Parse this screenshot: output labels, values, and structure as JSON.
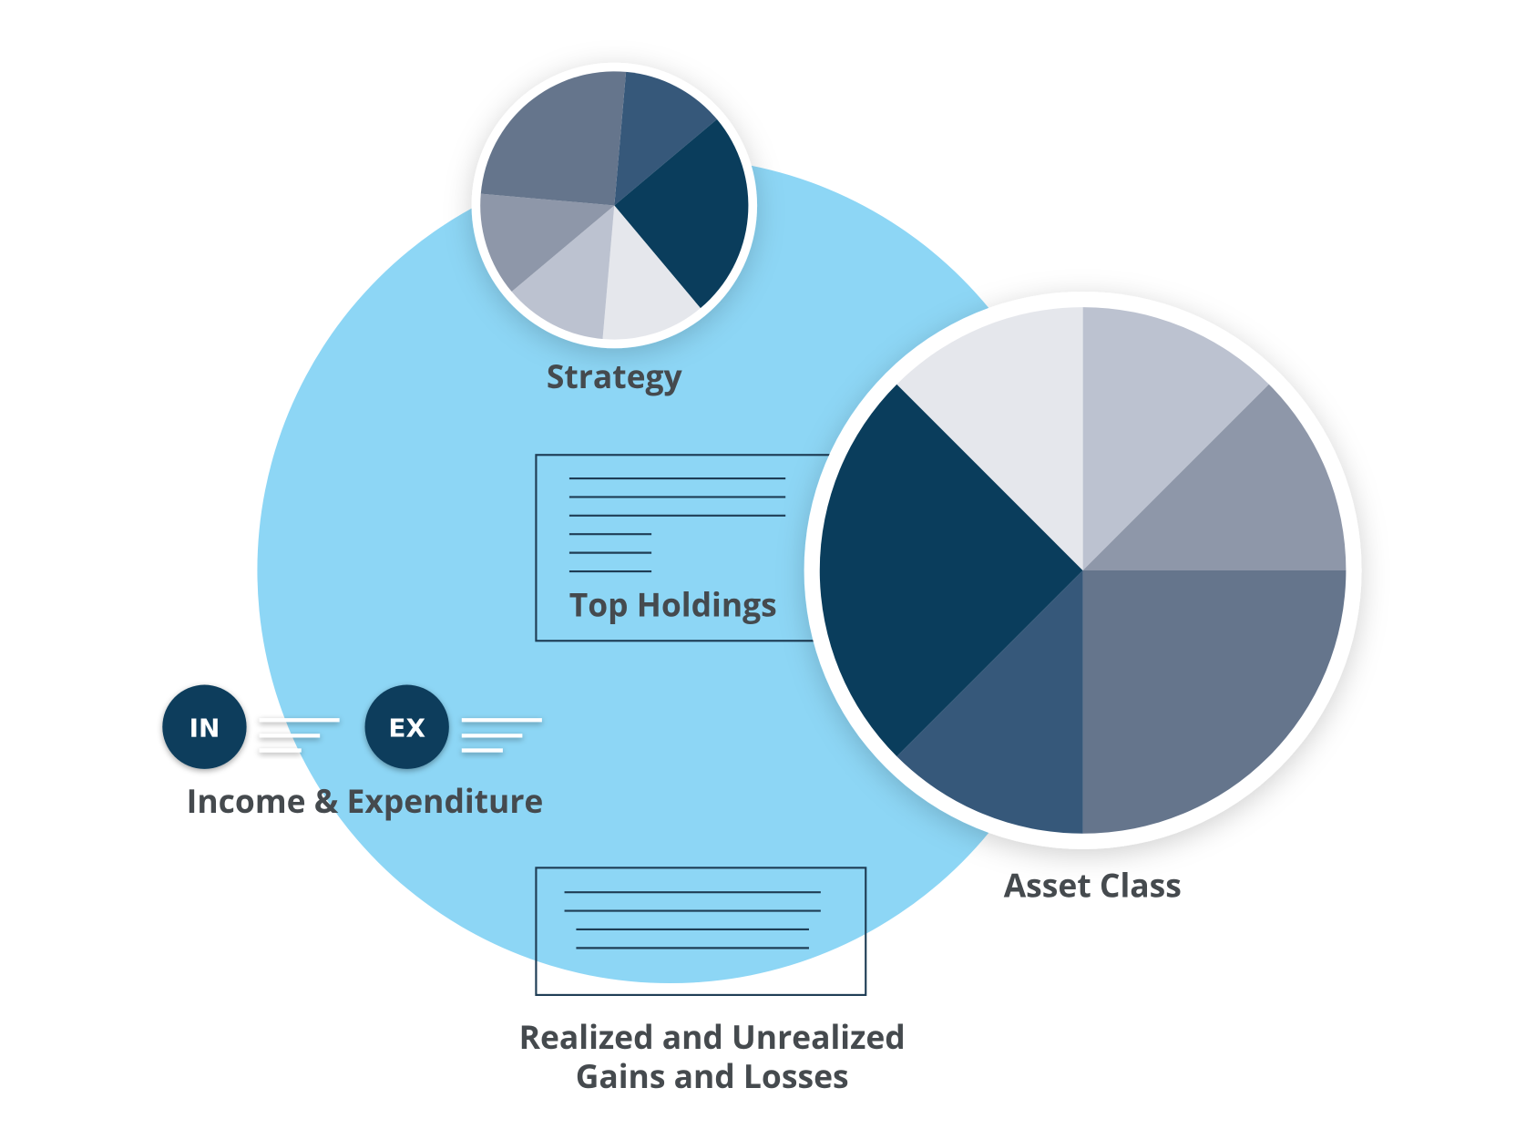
{
  "colors": {
    "background_circle": "#8dd6f5",
    "dark_navy": "#0a3d5c",
    "label_text": "#454a4e",
    "doc_stroke": "#1e3d55"
  },
  "strategy": {
    "label": "Strategy",
    "start_angle_deg": 5,
    "slices": [
      {
        "value": 12.5,
        "color": "#36587a"
      },
      {
        "value": 25,
        "color": "#0a3d5c"
      },
      {
        "value": 12.5,
        "color": "#e5e7ec"
      },
      {
        "value": 12.5,
        "color": "#bcc2d0"
      },
      {
        "value": 12.5,
        "color": "#8e97a9"
      },
      {
        "value": 25,
        "color": "#65758c"
      }
    ]
  },
  "asset_class": {
    "label": "Asset Class",
    "start_angle_deg": 0,
    "slices": [
      {
        "value": 12.5,
        "color": "#bcc2d0"
      },
      {
        "value": 12.5,
        "color": "#8e97a9"
      },
      {
        "value": 25,
        "color": "#65758c"
      },
      {
        "value": 12.5,
        "color": "#36587a"
      },
      {
        "value": 25,
        "color": "#0a3d5c"
      },
      {
        "value": 12.5,
        "color": "#e5e7ec"
      }
    ]
  },
  "top_holdings": {
    "label": "Top Holdings"
  },
  "income_expenditure": {
    "label": "Income & Expenditure",
    "income_badge": "IN",
    "expenditure_badge": "EX"
  },
  "gains_losses": {
    "label_line1": "Realized and Unrealized",
    "label_line2": "Gains and Losses"
  }
}
